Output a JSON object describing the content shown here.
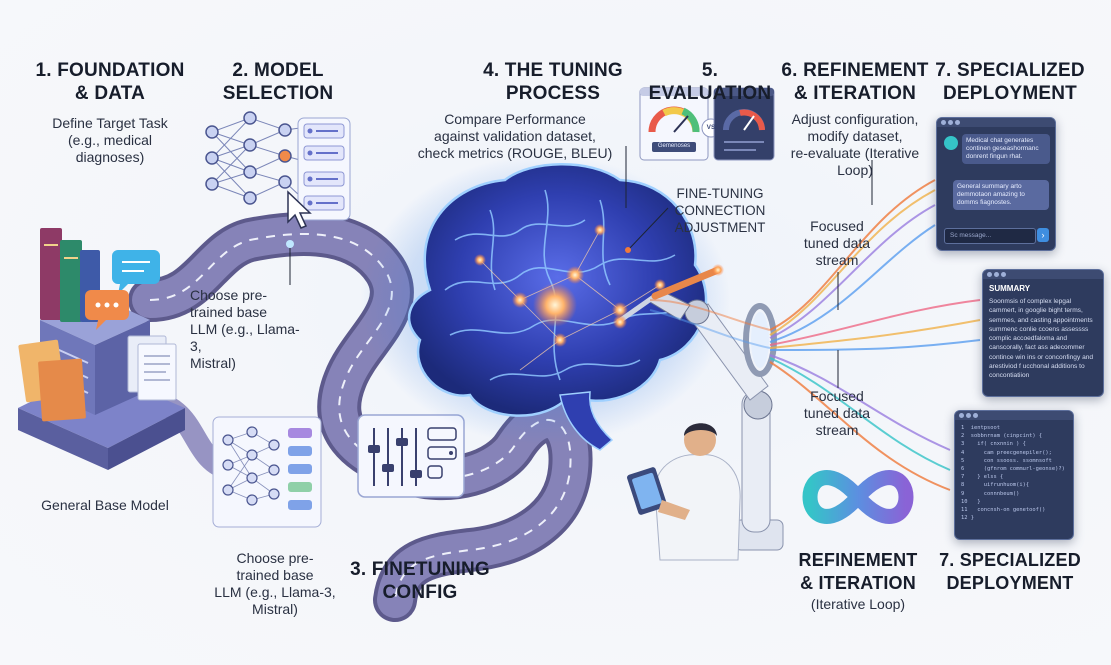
{
  "steps": {
    "s1": {
      "title": "1. FOUNDATION\n& DATA",
      "desc": "Define Target Task\n(e.g., medical\ndiagnoses)"
    },
    "s2": {
      "title": "2. MODEL\nSELECTION",
      "desc": "Choose pre-\ntrained base\nLLM (e.g., Llama-3,\nMistral)",
      "desc2": "Choose pre-\ntrained base\nLLM (e.g., Llama-3,\nMistral)"
    },
    "s3": {
      "title": "3. FINETUNING\nCONFIG"
    },
    "s4": {
      "title": "4. THE TUNING\nPROCESS",
      "desc": "Compare Performance\nagainst validation dataset,\ncheck metrics (ROUGE, BLEU)",
      "note": "FINE-TUNING\nCONNECTION\nADJUSTMENT"
    },
    "s5": {
      "title": "5. EVALUATION",
      "dash_label": "Gemenoses",
      "vs": "VS"
    },
    "s6": {
      "title": "6. REFINEMENT\n& ITERATION",
      "desc": "Adjust configuration,\nmodify dataset,\nre-evaluate (Iterative\nLoop)",
      "title2": "REFINEMENT\n& ITERATION",
      "desc2": "(Iterative Loop)"
    },
    "s7": {
      "title": "7. SPECIALIZED\nDEPLOYMENT",
      "title2": "7. SPECIALIZED\nDEPLOYMENT"
    }
  },
  "labels": {
    "base_model": "General Base Model",
    "stream1": "Focused\ntuned data\nstream",
    "stream2": "Focused\ntuned data\nstream"
  },
  "chat": {
    "msg1": "Medical chat generates\ncontinen geseashormanc\ndonrent fingun rhat.",
    "msg2": "General summary arto\ndemmotaon amazing to\ndomms fiagnostes.",
    "input_placeholder": "Sc message..."
  },
  "summary": {
    "heading": "SUMMARY",
    "body": "Soonmsis of complex lepgal\ncammert, in googlie bight terms,\nsemmes, and casting appointments\nsummenc conlie ccoens assessss\ncomplic accoedfaloma and\ncanscorally, fact ass adecommer\ncontince win ins or conconfingy and\narestiviod f ucchonal additions to\nconcontiatiion"
  },
  "code": {
    "lines": [
      "1  ientpsoot",
      "2  sobbnrnam (cinpcint) {",
      "3    if( cnxnnin ) {",
      "4      cam preecgenepiler();",
      "5      con ssooss. ssomnsoft",
      "6      (gfnrom commurl-geonse)?)",
      "7    } elss {",
      "8      uifrunhuom(i){",
      "9      connnbeum()",
      "10   }",
      "11   concnsh-on genetoof()",
      "12 }"
    ]
  },
  "colors": {
    "road": "#6d6a9a",
    "brain_glow": "#6fb8ff",
    "panel_bg": "#2e3b5e",
    "accent_orange": "#f07a3a",
    "infinity_teal": "#35c4c8",
    "infinity_purple": "#8a63d6"
  }
}
